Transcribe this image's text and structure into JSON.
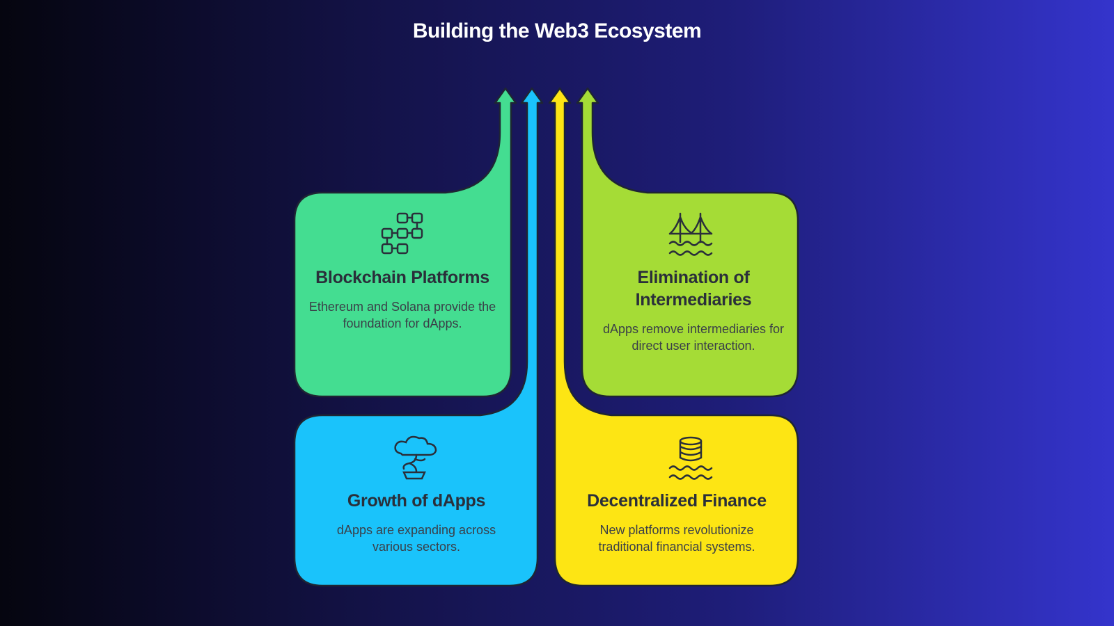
{
  "title": "Building the Web3 Ecosystem",
  "colors": {
    "green": "#44dd91",
    "blue": "#1ac3fb",
    "yellow": "#fde514",
    "lime": "#a5dc36",
    "outline": "#1e2533"
  },
  "cards": [
    {
      "title": "Blockchain Platforms",
      "description": "Ethereum and Solana provide the foundation for dApps.",
      "icon": "blockchain-blocks-icon"
    },
    {
      "title": "Elimination of Intermediaries",
      "description": "dApps remove intermediaries for direct user interaction.",
      "icon": "bridge-icon"
    },
    {
      "title": "Growth of dApps",
      "description": "dApps are expanding across various sectors.",
      "icon": "cloud-bonsai-icon"
    },
    {
      "title": "Decentralized Finance",
      "description": "New platforms revolutionize traditional financial systems.",
      "icon": "coin-stack-water-icon"
    }
  ]
}
